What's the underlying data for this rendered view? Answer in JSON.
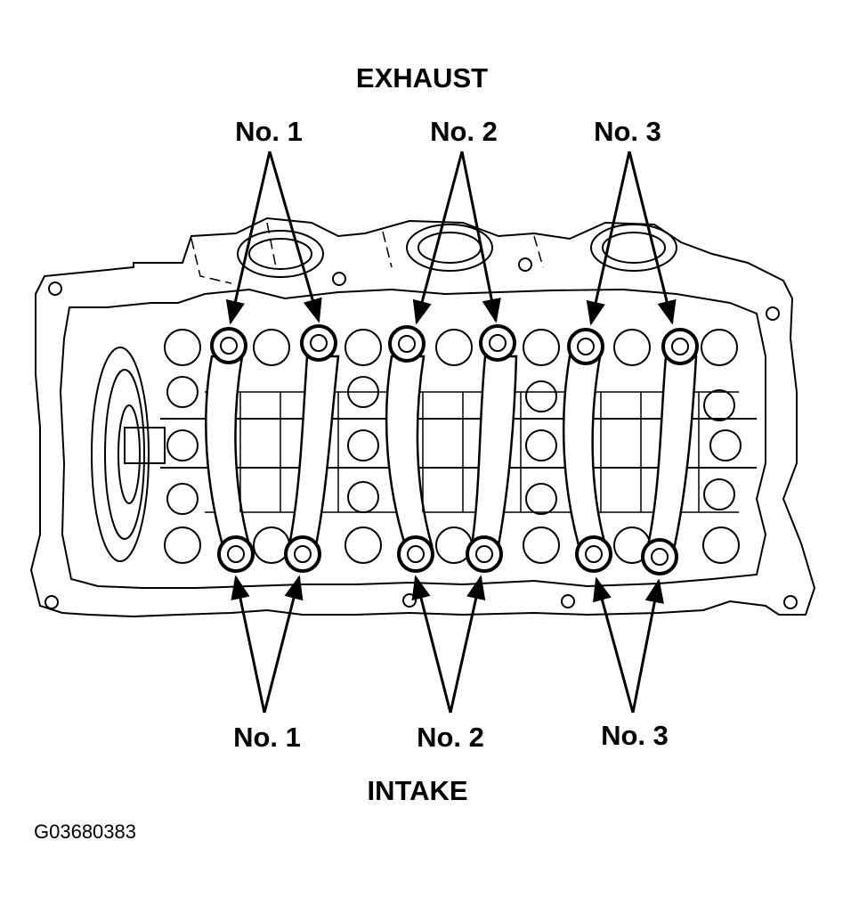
{
  "labels": {
    "top": "EXHAUST",
    "bottom": "INTAKE",
    "exhaust_no1": "No. 1",
    "exhaust_no2": "No. 2",
    "exhaust_no3": "No. 3",
    "intake_no1": "No. 1",
    "intake_no2": "No. 2",
    "intake_no3": "No. 3",
    "figure_code": "G03680383"
  }
}
